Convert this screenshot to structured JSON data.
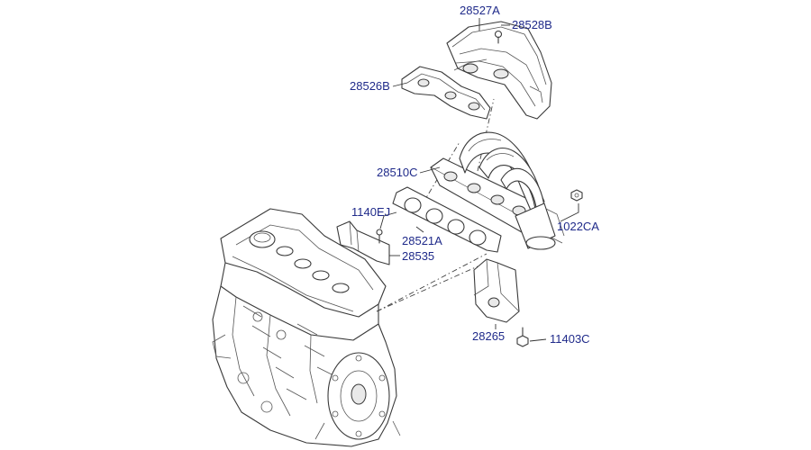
{
  "labels": {
    "l28527A": "28527A",
    "l28528B": "28528B",
    "l28526B": "28526B",
    "l28510C": "28510C",
    "l1140EJ": "1140EJ",
    "l1022CA": "1022CA",
    "l28521A": "28521A",
    "l28535": "28535",
    "l28265": "28265",
    "l11403C": "11403C"
  },
  "colors": {
    "label": "#1f2a8a",
    "line": "#3a3a3a"
  }
}
